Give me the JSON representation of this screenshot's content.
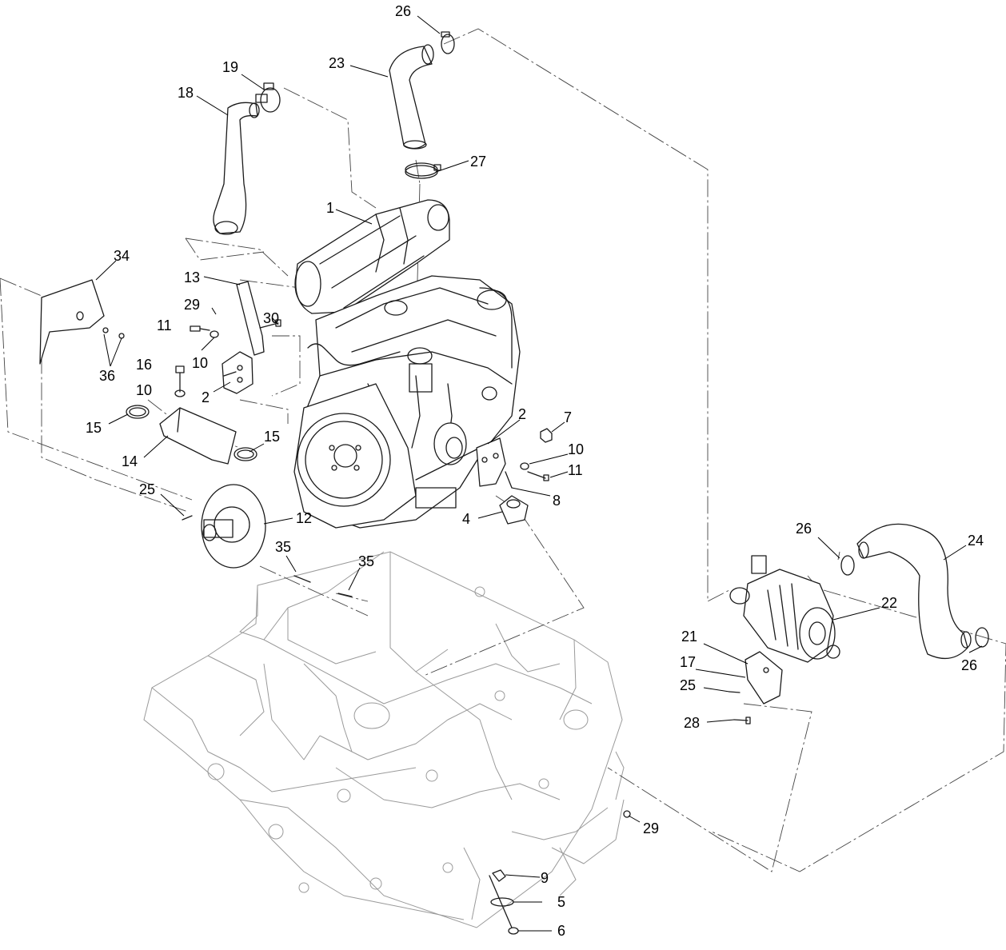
{
  "callouts": [
    {
      "id": "c26a",
      "text": "26"
    },
    {
      "id": "c23",
      "text": "23"
    },
    {
      "id": "c19",
      "text": "19"
    },
    {
      "id": "c18",
      "text": "18"
    },
    {
      "id": "c27",
      "text": "27"
    },
    {
      "id": "c1",
      "text": "1"
    },
    {
      "id": "c34",
      "text": "34"
    },
    {
      "id": "c13",
      "text": "13"
    },
    {
      "id": "c29a",
      "text": "29"
    },
    {
      "id": "c11a",
      "text": "11"
    },
    {
      "id": "c30",
      "text": "30"
    },
    {
      "id": "c10a",
      "text": "10"
    },
    {
      "id": "c36",
      "text": "36"
    },
    {
      "id": "c16",
      "text": "16"
    },
    {
      "id": "c10b",
      "text": "10"
    },
    {
      "id": "c2a",
      "text": "2"
    },
    {
      "id": "c15a",
      "text": "15"
    },
    {
      "id": "c14",
      "text": "14"
    },
    {
      "id": "c15b",
      "text": "15"
    },
    {
      "id": "c2b",
      "text": "2"
    },
    {
      "id": "c7",
      "text": "7"
    },
    {
      "id": "c10c",
      "text": "10"
    },
    {
      "id": "c11b",
      "text": "11"
    },
    {
      "id": "c8",
      "text": "8"
    },
    {
      "id": "c25a",
      "text": "25"
    },
    {
      "id": "c12",
      "text": "12"
    },
    {
      "id": "c4",
      "text": "4"
    },
    {
      "id": "c35a",
      "text": "35"
    },
    {
      "id": "c35b",
      "text": "35"
    },
    {
      "id": "c26b",
      "text": "26"
    },
    {
      "id": "c24",
      "text": "24"
    },
    {
      "id": "c22",
      "text": "22"
    },
    {
      "id": "c21",
      "text": "21"
    },
    {
      "id": "c17",
      "text": "17"
    },
    {
      "id": "c25b",
      "text": "25"
    },
    {
      "id": "c26c",
      "text": "26"
    },
    {
      "id": "c28",
      "text": "28"
    },
    {
      "id": "c29b",
      "text": "29"
    },
    {
      "id": "c9",
      "text": "9"
    },
    {
      "id": "c5",
      "text": "5"
    },
    {
      "id": "c6",
      "text": "6"
    }
  ]
}
